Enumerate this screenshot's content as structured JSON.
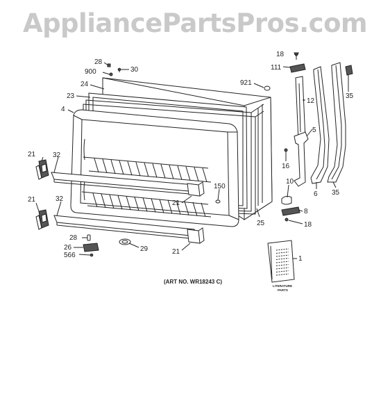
{
  "watermark": "AppliancePartsPros.com",
  "art_no": "(ART NO. WR18243 C)",
  "literature": {
    "line1": "LITERATURE",
    "line2": "PARTS"
  },
  "callouts": {
    "c28a": "28",
    "c900": "900",
    "c30": "30",
    "c24": "24",
    "c23": "23",
    "c4": "4",
    "c921": "921",
    "c18a": "18",
    "c111": "111",
    "c12": "12",
    "c35a": "35",
    "c5": "5",
    "c16": "16",
    "c21a": "21",
    "c32a": "32",
    "c150": "150",
    "c21b": "21",
    "c21c": "21",
    "c32b": "32",
    "c10": "10",
    "c6": "6",
    "c35b": "35",
    "c8": "8",
    "c18b": "18",
    "c25": "25",
    "c28b": "28",
    "c26": "26",
    "c566": "566",
    "c29": "29",
    "c21d": "21",
    "c1": "1"
  }
}
